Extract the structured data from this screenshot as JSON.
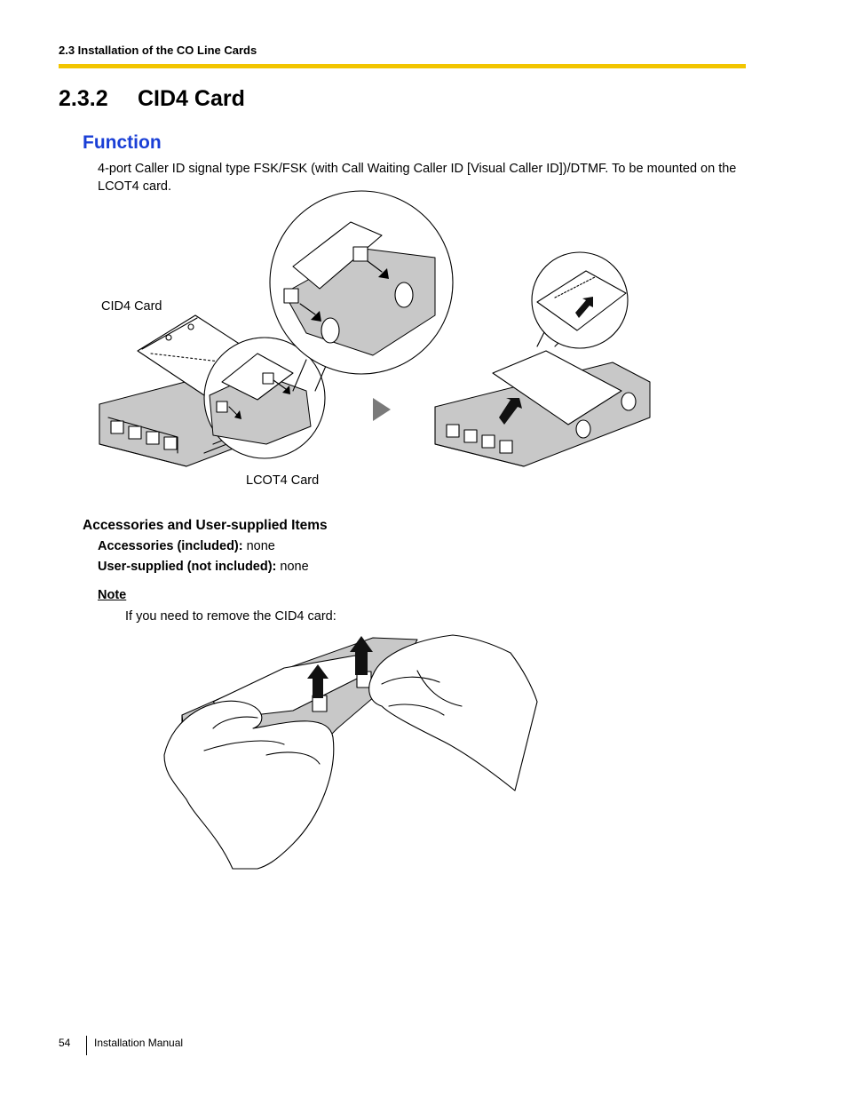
{
  "header": {
    "section_path": "2.3 Installation of the CO Line Cards"
  },
  "section": {
    "number": "2.3.2",
    "title": "CID4 Card"
  },
  "function": {
    "heading": "Function",
    "description": "4-port Caller ID signal type FSK/FSK (with Call Waiting Caller ID [Visual Caller ID])/DTMF. To be mounted on the LCOT4 card."
  },
  "figure_labels": {
    "cid4": "CID4 Card",
    "lcot4": "LCOT4 Card"
  },
  "accessories": {
    "heading": "Accessories and User-supplied Items",
    "included_label": "Accessories (included):",
    "included_value": "none",
    "user_supplied_label": "User-supplied (not included):",
    "user_supplied_value": "none"
  },
  "note": {
    "label": "Note",
    "text": "If you need to remove the CID4 card:"
  },
  "footer": {
    "page_number": "54",
    "doc_title": "Installation Manual"
  },
  "colors": {
    "header_rule": "#f2c500",
    "function_heading": "#1a3fd6"
  }
}
